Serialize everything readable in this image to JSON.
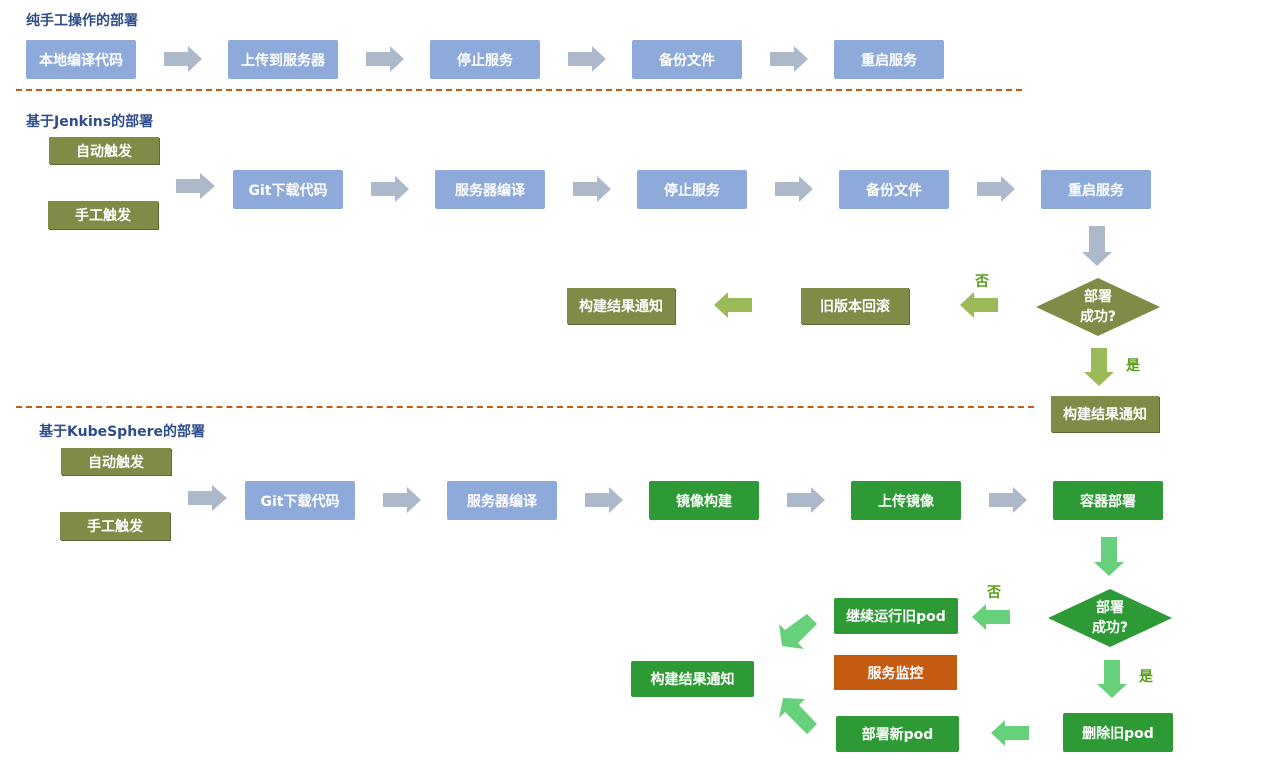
{
  "sections": {
    "manual": {
      "title": "纯手工操作的部署",
      "steps": [
        "本地编译代码",
        "上传到服务器",
        "停止服务",
        "备份文件",
        "重启服务"
      ]
    },
    "jenkins": {
      "title": "基于Jenkins的部署",
      "triggers": [
        "自动触发",
        "手工触发"
      ],
      "steps": [
        "Git下载代码",
        "服务器编译",
        "停止服务",
        "备份文件",
        "重启服务"
      ],
      "decision": [
        "部署",
        "成功?"
      ],
      "no_label": "否",
      "yes_label": "是",
      "rollback": "旧版本回滚",
      "notify_fail": "构建结果通知",
      "notify_success": "构建结果通知"
    },
    "kubesphere": {
      "title": "基于KubeSphere的部署",
      "triggers": [
        "自动触发",
        "手工触发"
      ],
      "steps": [
        "Git下载代码",
        "服务器编译",
        "镜像构建",
        "上传镜像",
        "容器部署"
      ],
      "decision": [
        "部署",
        "成功?"
      ],
      "no_label": "否",
      "yes_label": "是",
      "keep_old": "继续运行旧pod",
      "monitor": "服务监控",
      "deploy_new": "部署新pod",
      "delete_old": "删除旧pod",
      "notify": "构建结果通知"
    }
  },
  "colors": {
    "title": "#2f4d8a",
    "step_blue": "#8eaadb",
    "trigger_olive": "#7f8b47",
    "k8s_green": "#2e9a35",
    "monitor_orange": "#c55a11",
    "divider": "#c55a11",
    "arrow_gray": "#acb9ca",
    "arrow_lightgreen": "#9bbb59",
    "arrow_brightgreen": "#66d17a"
  }
}
